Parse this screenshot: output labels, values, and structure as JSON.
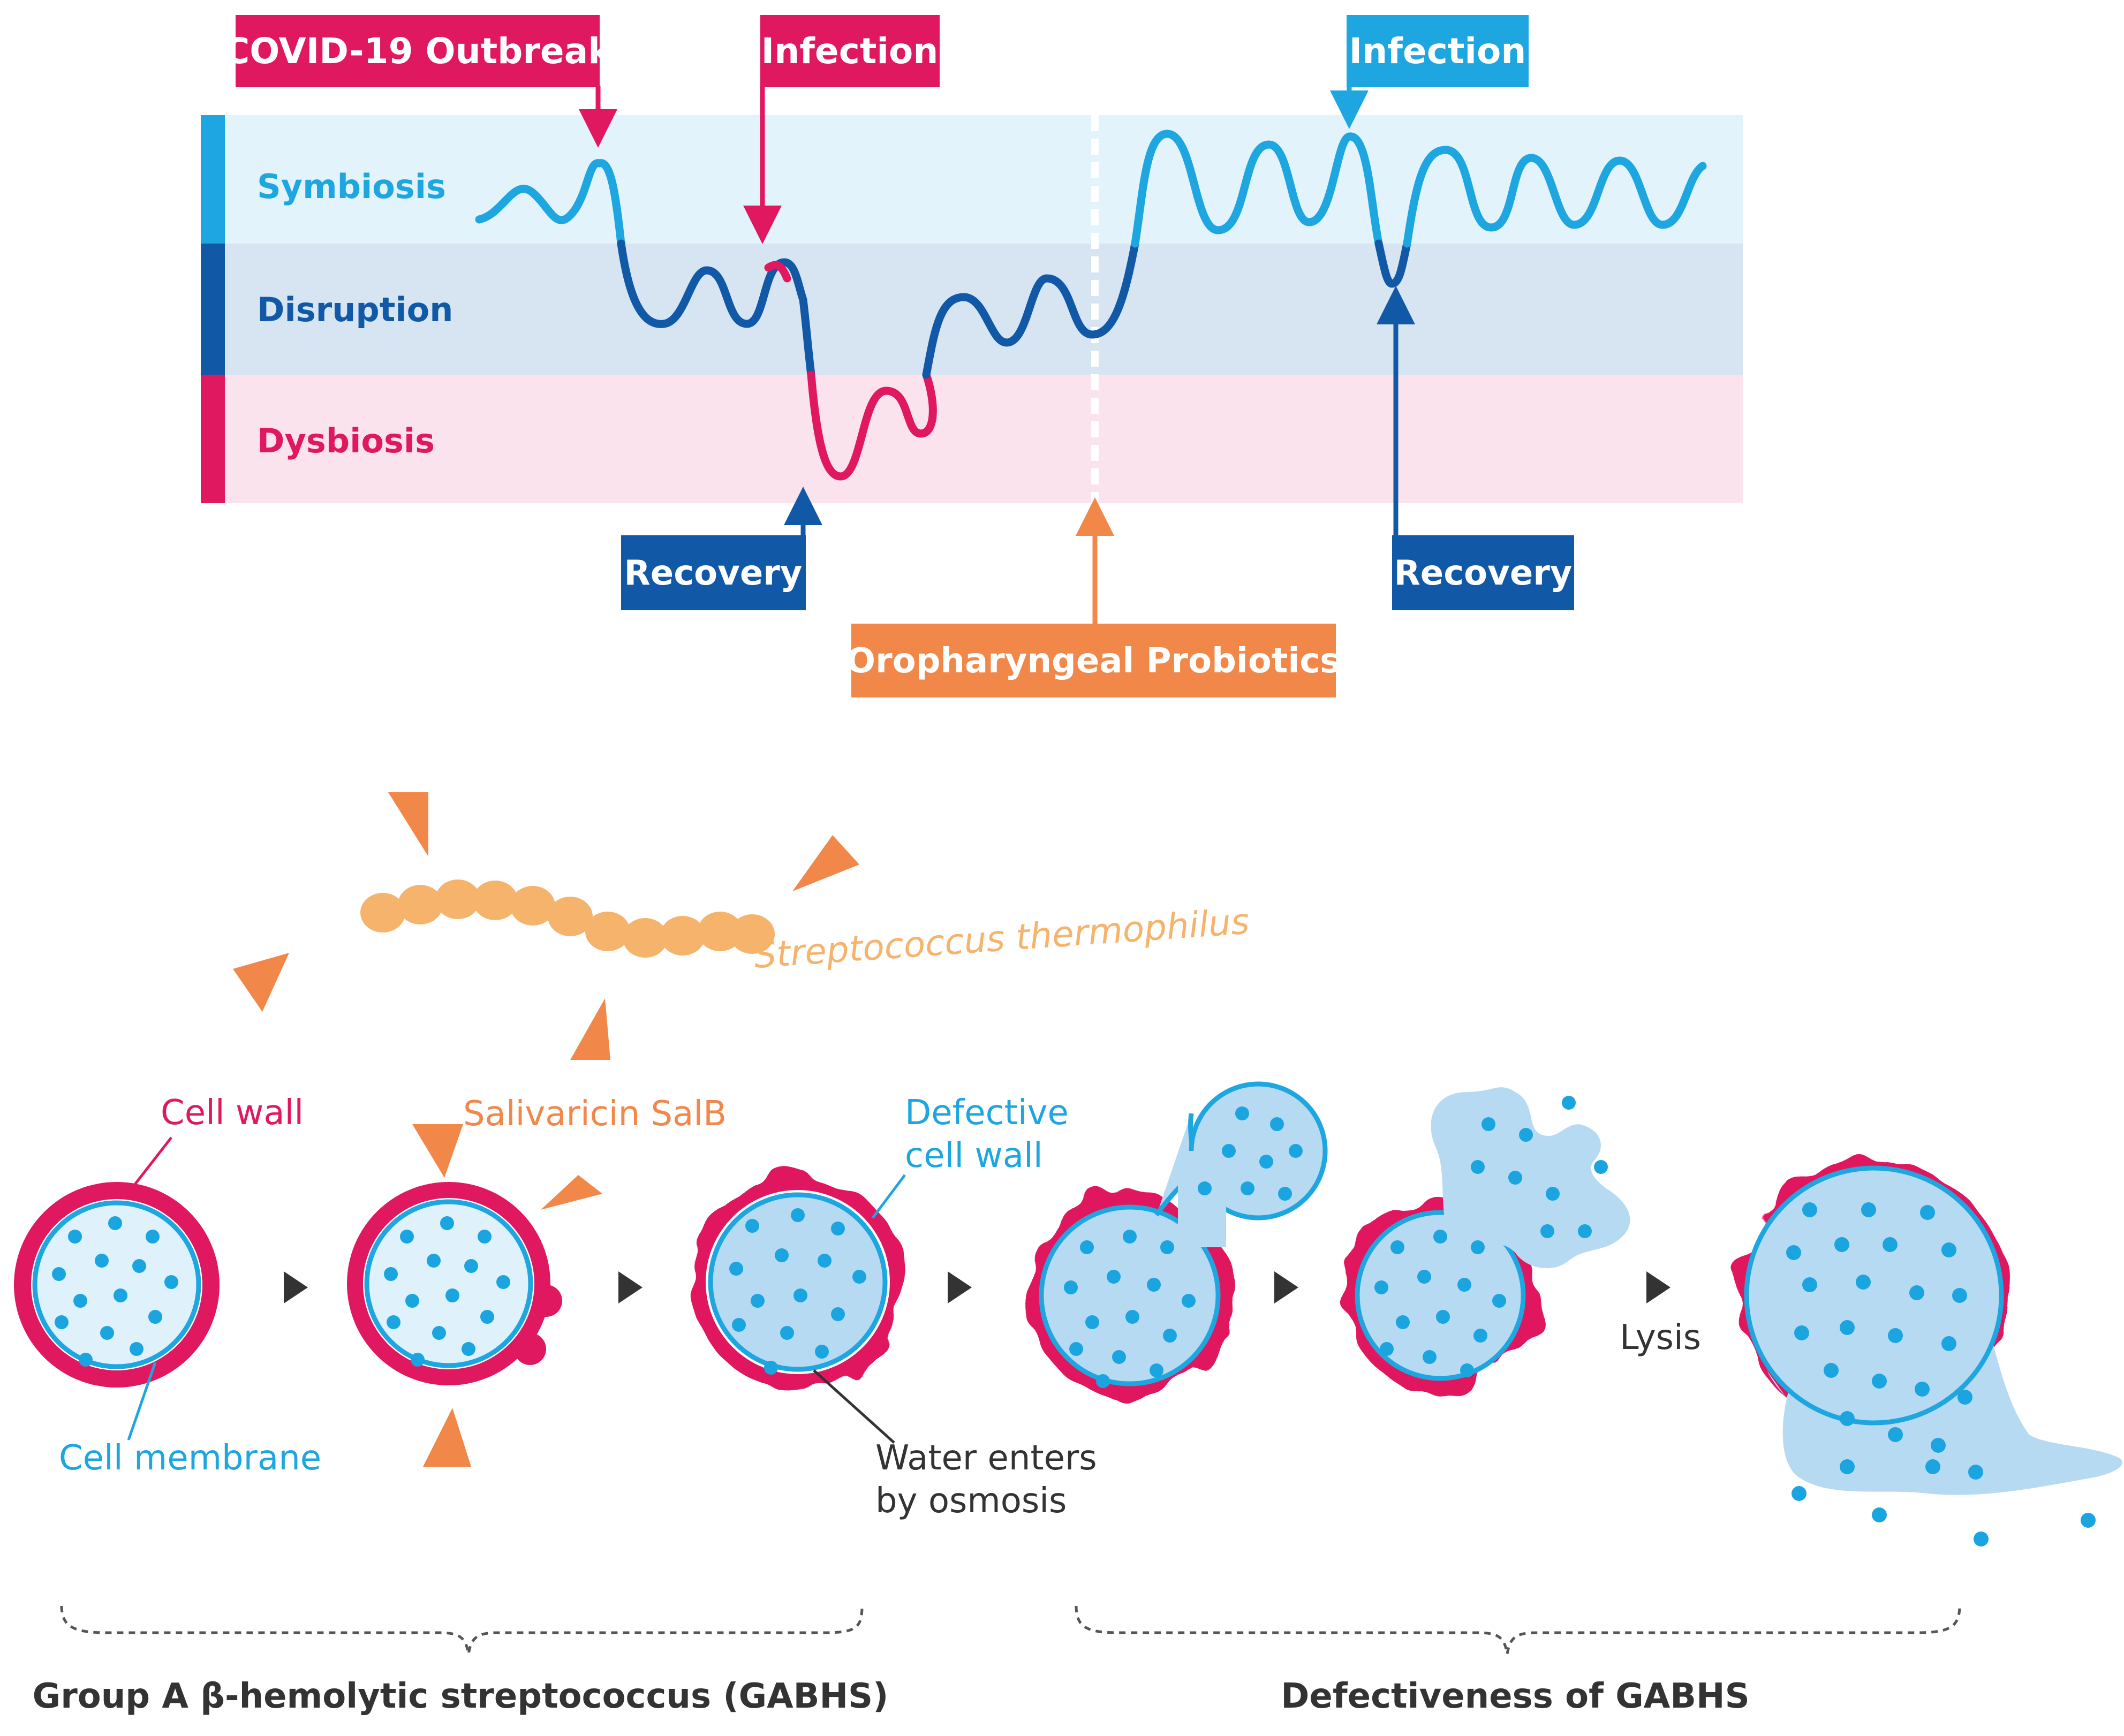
{
  "colors": {
    "magenta": "#e0185f",
    "light_blue": "#1da6e0",
    "dark_blue": "#1158a6",
    "orange": "#f2874a",
    "light_orange": "#f6b36c",
    "band_symbiosis": "#e2f3fb",
    "band_disruption": "#d6e5f1",
    "band_dysbiosis": "#fbe3ee",
    "cell_fill": "#dff1fb",
    "cell_fill_swollen": "#b6daf1",
    "dot": "#1aa5e0",
    "text_dark": "#333333",
    "triangle": "#333333"
  },
  "timeline": {
    "bands": {
      "symbiosis": "Symbiosis",
      "disruption": "Disruption",
      "dysbiosis": "Dysbiosis"
    },
    "callouts": {
      "covid_outbreak": "COVID-19 Outbreak",
      "infection_first": "Infection",
      "infection_second": "Infection",
      "recovery_first": "Recovery",
      "recovery_second": "Recovery",
      "probiotics": "Oropharyngeal Probiotics"
    }
  },
  "mechanism": {
    "bacterium": "Streptococcus thermophilus",
    "labels": {
      "cell_wall": "Cell wall",
      "cell_membrane": "Cell membrane",
      "salivaricin": "Salivaricin SalB",
      "defective_wall_line1": "Defective",
      "defective_wall_line2": "cell wall",
      "water_line1": "Water enters",
      "water_line2": "by osmosis",
      "lysis": "Lysis"
    },
    "groups": {
      "gabhs": "Group A β-hemolytic streptococcus (GABHS)",
      "defectiveness": "Defectiveness of GABHS"
    }
  }
}
